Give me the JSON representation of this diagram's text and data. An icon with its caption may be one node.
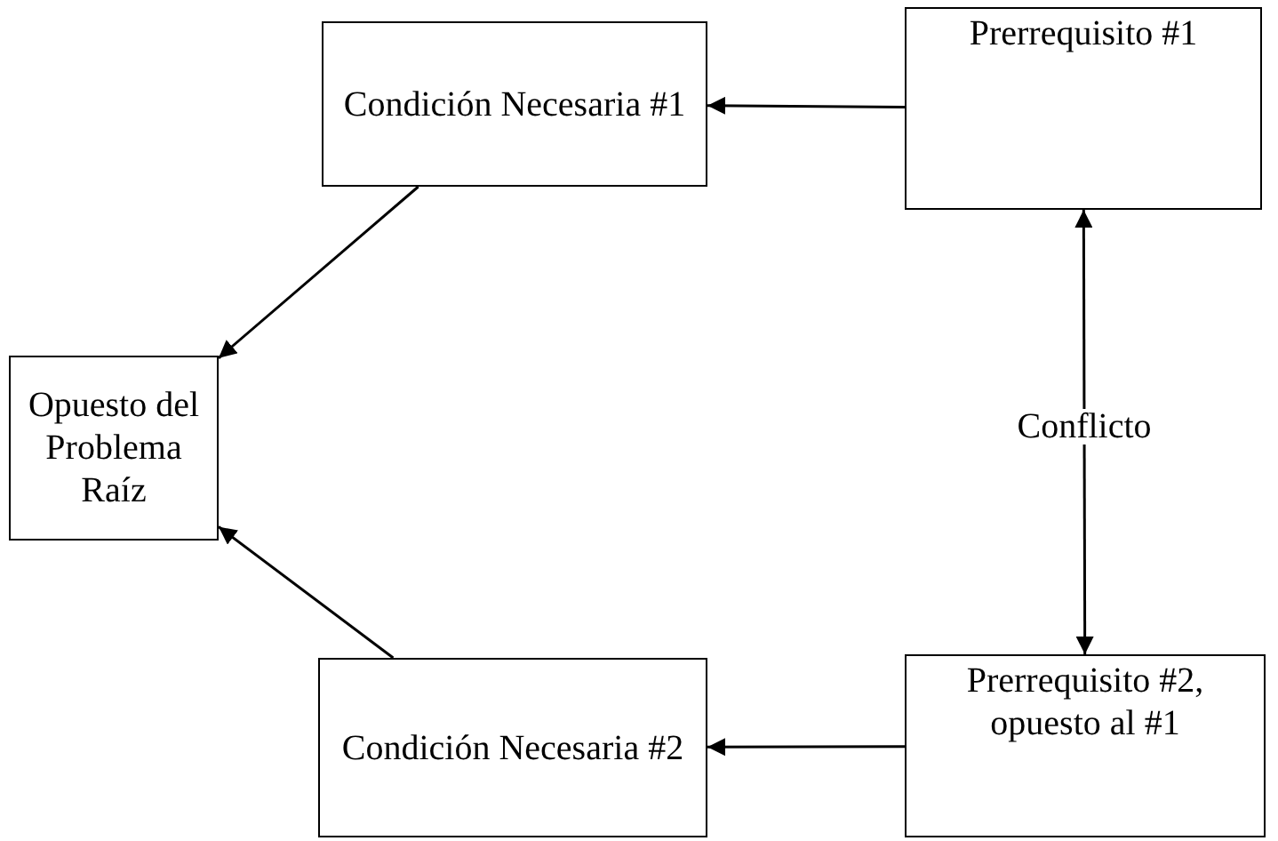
{
  "diagram": {
    "nodes": [
      {
        "text": [
          "Opuesto del Problema Raíz"
        ]
      },
      {
        "text": [
          "Condición Necesaria #1"
        ]
      },
      {
        "text": [
          "Condición Necesaria #2"
        ]
      },
      {
        "text": [
          "Prerrequisito #1"
        ]
      },
      {
        "text": [
          "Prerrequisito #2, opuesto al #1"
        ]
      }
    ],
    "edges": [
      {
        "from": 3,
        "to": 1,
        "arrow": "to"
      },
      {
        "from": 1,
        "to": 0,
        "arrow": "to"
      },
      {
        "from": 4,
        "to": 2,
        "arrow": "to"
      },
      {
        "from": 2,
        "to": 0,
        "arrow": "to"
      },
      {
        "from": 3,
        "to": 4,
        "arrow": "both",
        "label": "Conflicto"
      }
    ]
  }
}
